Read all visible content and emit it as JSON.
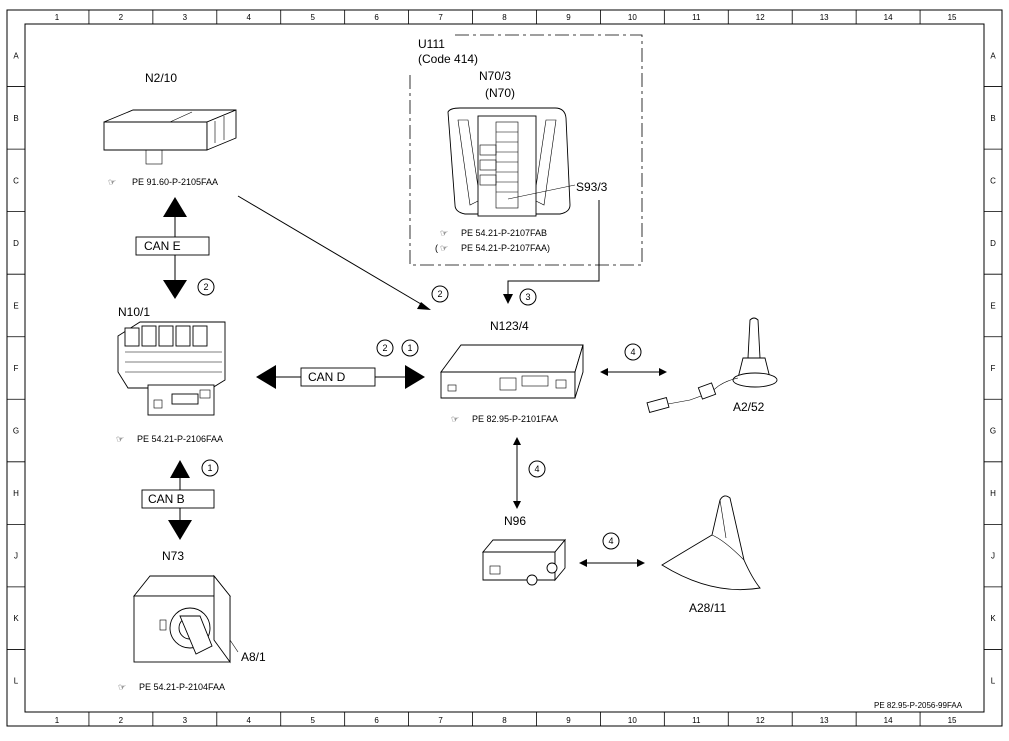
{
  "grid": {
    "columns": [
      "1",
      "2",
      "3",
      "4",
      "5",
      "6",
      "7",
      "8",
      "9",
      "10",
      "11",
      "12",
      "13",
      "14",
      "15"
    ],
    "rows": [
      "A",
      "B",
      "C",
      "D",
      "E",
      "F",
      "G",
      "H",
      "J",
      "K",
      "L"
    ]
  },
  "components": {
    "n2_10": {
      "label": "N2/10",
      "ref": "PE 91.60-P-2105FAA"
    },
    "n10_1": {
      "label": "N10/1",
      "ref": "PE 54.21-P-2106FAA"
    },
    "n73": {
      "label": "N73"
    },
    "a8_1": {
      "label": "A8/1",
      "ref": "PE 54.21-P-2104FAA"
    },
    "u111": {
      "label": "U111",
      "code": "(Code 414)"
    },
    "n70_3": {
      "label": "N70/3",
      "alt": "(N70)",
      "ref1": "PE 54.21-P-2107FAB",
      "ref2_open": "(",
      "ref2": "PE 54.21-P-2107FAA)"
    },
    "s93_3": {
      "label": "S93/3"
    },
    "n123_4": {
      "label": "N123/4",
      "ref": "PE 82.95-P-2101FAA"
    },
    "a2_52": {
      "label": "A2/52"
    },
    "n96": {
      "label": "N96"
    },
    "a28_11": {
      "label": "A28/11"
    }
  },
  "buses": {
    "can_e": "CAN E",
    "can_d": "CAN D",
    "can_b": "CAN B"
  },
  "markers": {
    "m_cane": "2",
    "m_n2_n123": "2",
    "m_u111_n123": "3",
    "m_cand_a": "2",
    "m_cand_b": "1",
    "m_n123_a2": "4",
    "m_n123_n96": "4",
    "m_n96_a28": "4",
    "m_canb": "1"
  },
  "doc_ref": "PE 82.95-P-2056-99FAA"
}
